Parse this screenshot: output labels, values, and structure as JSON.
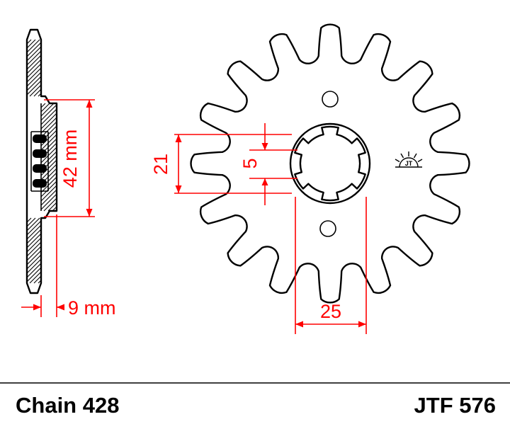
{
  "diagram": {
    "dimensions": {
      "hub_length": "42 mm",
      "hub_offset": "9 mm",
      "spline_inner": "21",
      "spline_depth": "5",
      "bore_diameter": "25"
    },
    "footer": {
      "chain": "Chain 428",
      "model": "JTF 576"
    },
    "logo_text": "JT"
  },
  "colors": {
    "dimension": "#ff0000",
    "line": "#000000"
  }
}
